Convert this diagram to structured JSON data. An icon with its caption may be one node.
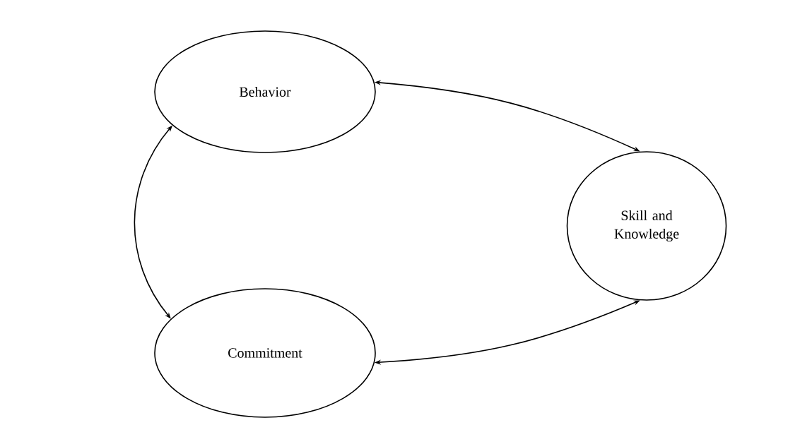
{
  "diagram": {
    "nodes": [
      {
        "text": [
          "Behavior"
        ]
      },
      {
        "text": [
          "Skill and Knowledge"
        ]
      },
      {
        "text": [
          "Commitment"
        ]
      }
    ],
    "edges": [
      {
        "from": 0,
        "to": 2,
        "arrow": "both"
      },
      {
        "from": 0,
        "to": 1,
        "arrow": "both"
      },
      {
        "from": 2,
        "to": 1,
        "arrow": "both"
      }
    ]
  }
}
